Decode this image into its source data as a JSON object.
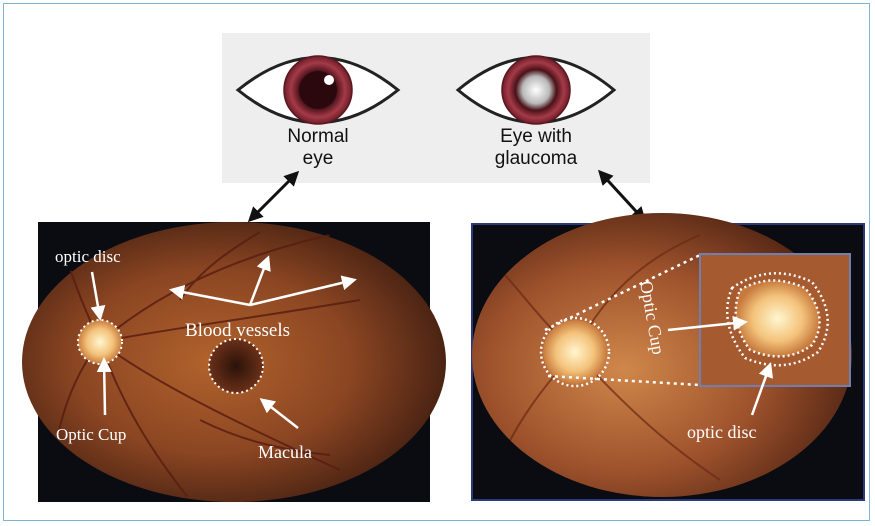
{
  "eyes": {
    "normal_label": [
      "Normal",
      "eye"
    ],
    "glaucoma_label": [
      "Eye with",
      "glaucoma"
    ]
  },
  "left_fundus": {
    "labels": {
      "optic_disc": "optic disc",
      "blood_vessels": "Blood vessels",
      "optic_cup": "Optic Cup",
      "macula": "Macula"
    }
  },
  "right_fundus": {
    "labels": {
      "optic_cup": "Optic Cup",
      "optic_disc": "optic disc"
    }
  },
  "colors": {
    "eye_iris": "#8a2a35",
    "fundus_bg": "#7a3f22",
    "panel_bg": "#0b0b12",
    "right_panel_border": "#2a3a7a",
    "label_text": "#ffffff"
  }
}
